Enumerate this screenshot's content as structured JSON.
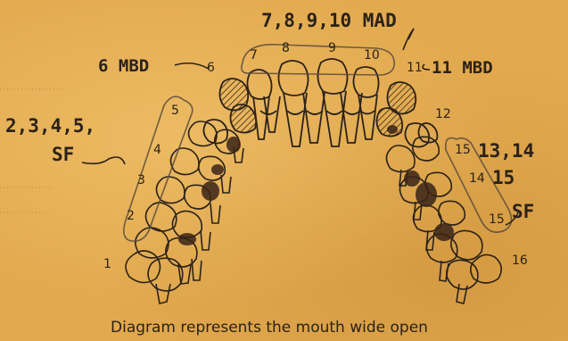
{
  "labels": {
    "top_mad": "7,8,9,10 MAD",
    "left_mbd": "6 MBD",
    "right_mbd": "11 MBD",
    "left_sf_numbers": "2,3,4,5,",
    "left_sf": "SF",
    "right_sf_numbers_1": "13,14",
    "right_sf_numbers_2": "15",
    "right_sf": "SF"
  },
  "tooth_numbers": {
    "n1": "1",
    "n2": "2",
    "n3": "3",
    "n4": "4",
    "n5": "5",
    "n6": "6",
    "n7": "7",
    "n8": "8",
    "n9": "9",
    "n10": "10",
    "n11": "11",
    "n12": "12",
    "n13": "15",
    "n14": "14",
    "n15": "15",
    "n16": "16"
  },
  "caption": "Diagram represents the mouth wide open"
}
